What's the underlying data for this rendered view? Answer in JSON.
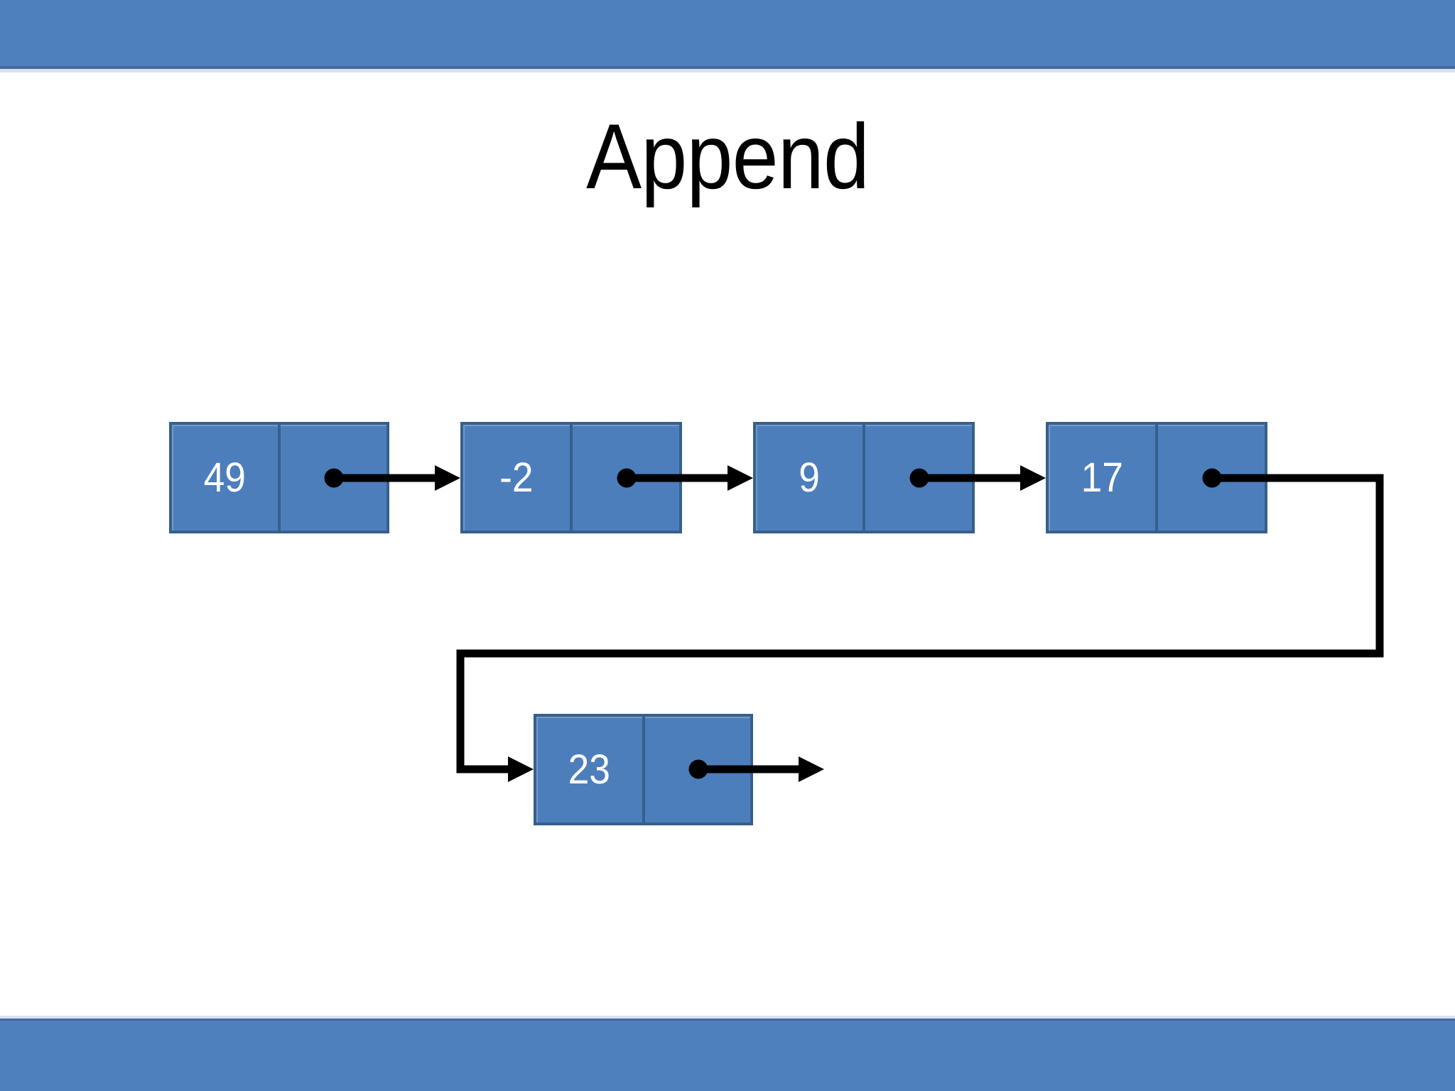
{
  "slide": {
    "title": "Append"
  },
  "colors": {
    "background": "#FFFFFF",
    "accent_blue": "#4E80BD",
    "node_fill": "#4D7EBC",
    "node_border": "#35608C",
    "bar_edge_dark": "#44689E",
    "bar_edge_light": "#D7E2F1",
    "arrow_color": "#000000",
    "value_text": "#FFFFFF",
    "title_text": "#000000"
  },
  "diagram": {
    "kind": "singly-linked-list-append",
    "nodes": [
      {
        "value": "49"
      },
      {
        "value": "-2"
      },
      {
        "value": "9"
      },
      {
        "value": "17"
      },
      {
        "value": "23"
      }
    ],
    "links": [
      {
        "from": "49",
        "to": "-2"
      },
      {
        "from": "-2",
        "to": "9"
      },
      {
        "from": "9",
        "to": "17"
      },
      {
        "from": "17",
        "to": "23"
      },
      {
        "from": "23",
        "to": null
      }
    ]
  }
}
